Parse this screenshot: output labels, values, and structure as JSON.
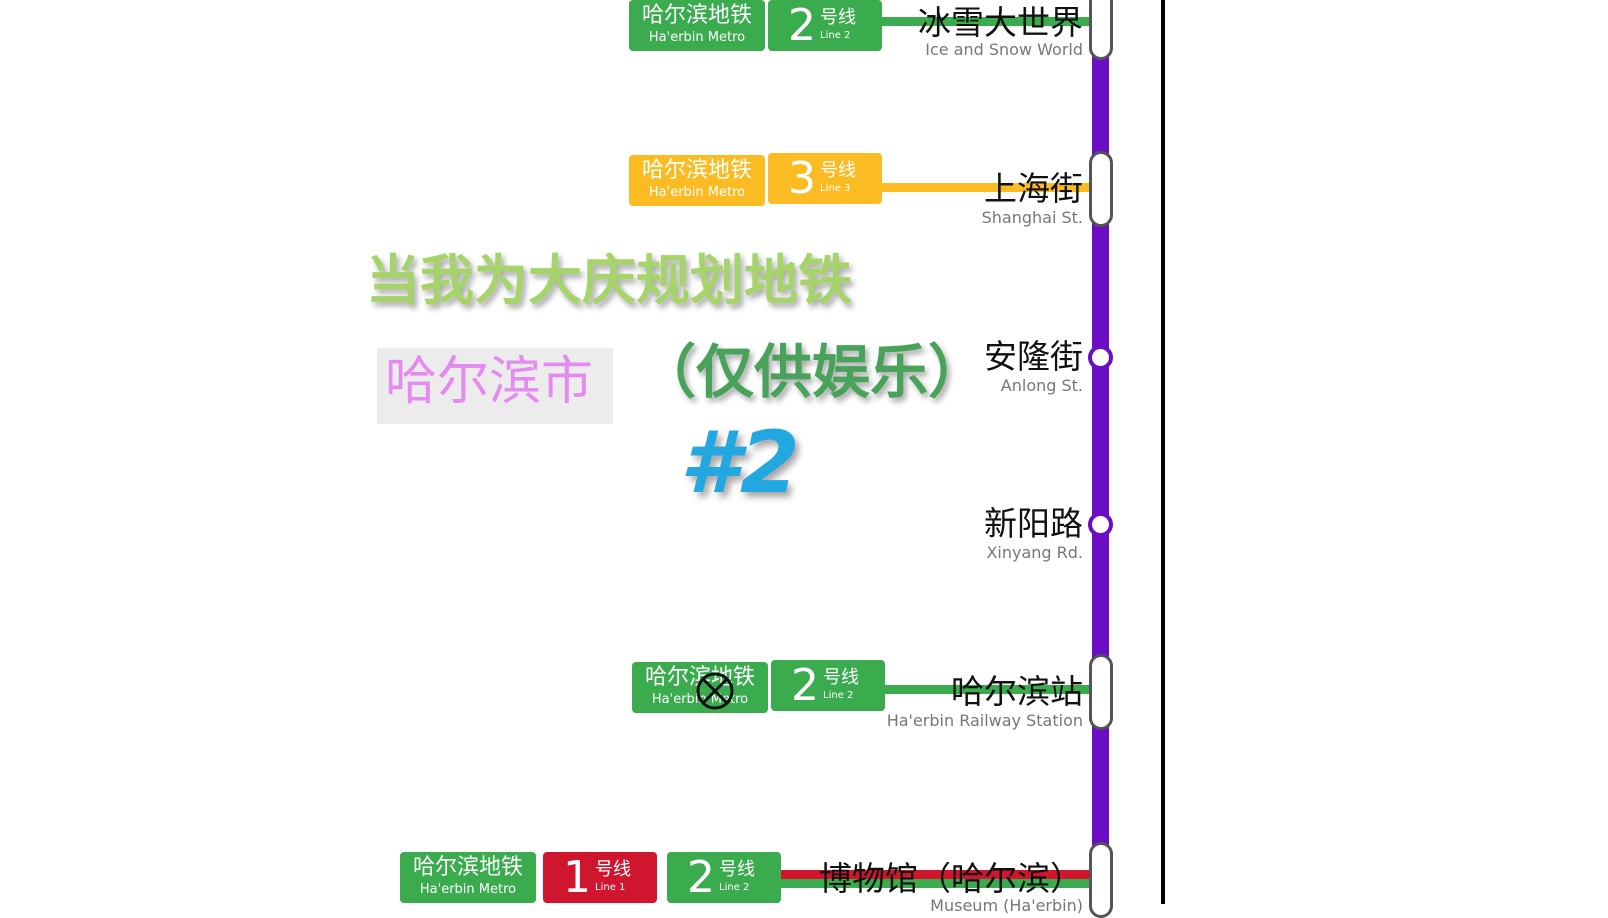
{
  "colors": {
    "main_line": "#6a0dc4",
    "line1": "#d0152f",
    "line2": "#3aac4e",
    "line3": "#fbbb23"
  },
  "overlay": {
    "title": "当我为大庆规划地铁",
    "city": "哈尔滨市",
    "note": "（仅供娱乐）",
    "episode": "#2"
  },
  "metro": {
    "name_cn": "哈尔滨地铁",
    "name_en": "Ha'erbin Metro",
    "line_suffix_cn": "号线"
  },
  "stations": [
    {
      "name": "冰雪大世界",
      "name_en": "Ice and Snow World",
      "transfers": [
        {
          "num": "2",
          "en": "Line 2"
        }
      ]
    },
    {
      "name": "上海街",
      "name_en": "Shanghai St.",
      "transfers": [
        {
          "num": "3",
          "en": "Line 3"
        }
      ]
    },
    {
      "name": "安隆街",
      "name_en": "Anlong St.",
      "transfers": []
    },
    {
      "name": "新阳路",
      "name_en": "Xinyang Rd.",
      "transfers": []
    },
    {
      "name": "哈尔滨站",
      "name_en": "Ha'erbin Railway Station",
      "transfers": [
        {
          "num": "2",
          "en": "Line 2"
        }
      ]
    },
    {
      "name": "博物馆（哈尔滨）",
      "name_en": "Museum (Ha'erbin)",
      "transfers": [
        {
          "num": "1",
          "en": "Line 1"
        },
        {
          "num": "2",
          "en": "Line 2"
        }
      ]
    }
  ],
  "icons": {
    "closed": "closed-cross-circle-icon"
  }
}
